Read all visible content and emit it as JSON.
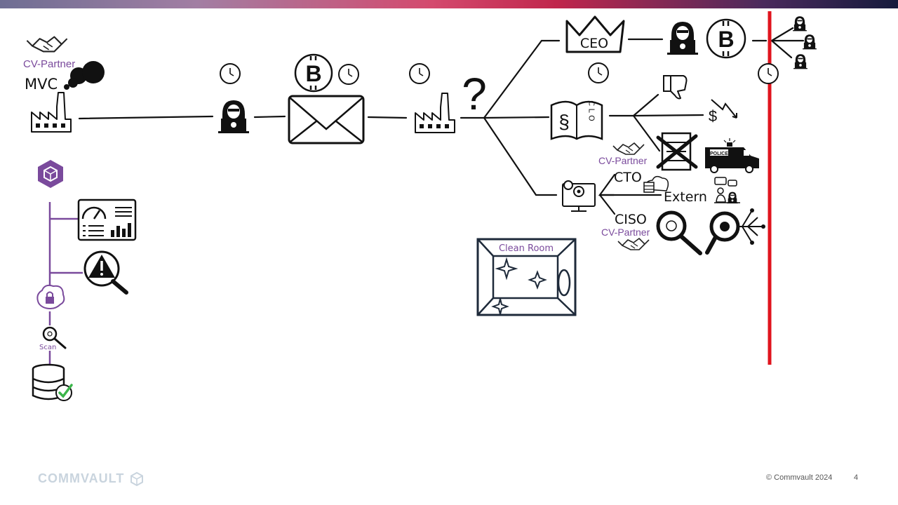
{
  "labels": {
    "cv_partner_1": "CV-Partner",
    "cv_partner_2": "CV-Partner",
    "cv_partner_3": "CV-Partner",
    "mvc": "MVC",
    "ceo": "CEO",
    "clo": "C L O",
    "police": "POLICE",
    "cto": "CTO",
    "extern": "Extern",
    "ciso": "CISO",
    "clean_room": "Clean Room",
    "scan": "Scan",
    "question": "?",
    "bitcoin_symbol": "B",
    "dollar_symbol": "$",
    "section_symbol": "§"
  },
  "footer": {
    "logo": "COMMVAULT",
    "copyright": "© Commvault 2024",
    "page": "4"
  },
  "colors": {
    "accent_purple": "#7a4a9c",
    "timeline_red": "#e0141e",
    "stroke": "#111111"
  }
}
